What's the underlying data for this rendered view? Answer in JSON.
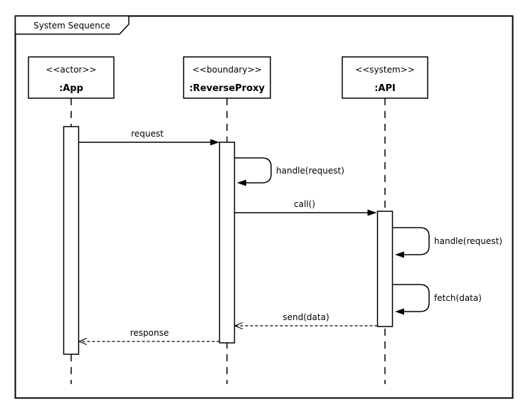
{
  "frame": {
    "title": "System Sequence"
  },
  "colors": {
    "line": "#000000",
    "background": "#ffffff",
    "fill": "#ffffff"
  },
  "lifelines": [
    {
      "stereotype": "<<actor>>",
      "name": ":App"
    },
    {
      "stereotype": "<<boundary>>",
      "name": ":ReverseProxy"
    },
    {
      "stereotype": "<<system>>",
      "name": ":API"
    }
  ],
  "messages": [
    {
      "label": "request",
      "from": ":App",
      "to": ":ReverseProxy",
      "line": "solid",
      "arrow": "filled",
      "self": false
    },
    {
      "label": "handle(request)",
      "from": ":ReverseProxy",
      "to": ":ReverseProxy",
      "line": "solid",
      "arrow": "filled",
      "self": true
    },
    {
      "label": "call()",
      "from": ":ReverseProxy",
      "to": ":API",
      "line": "solid",
      "arrow": "filled",
      "self": false
    },
    {
      "label": "handle(request)",
      "from": ":API",
      "to": ":API",
      "line": "solid",
      "arrow": "filled",
      "self": true
    },
    {
      "label": "fetch(data)",
      "from": ":API",
      "to": ":API",
      "line": "solid",
      "arrow": "filled",
      "self": true
    },
    {
      "label": "send(data)",
      "from": ":API",
      "to": ":ReverseProxy",
      "line": "dashed",
      "arrow": "open",
      "self": false
    },
    {
      "label": "response",
      "from": ":ReverseProxy",
      "to": ":App",
      "line": "dashed",
      "arrow": "open",
      "self": false
    }
  ]
}
